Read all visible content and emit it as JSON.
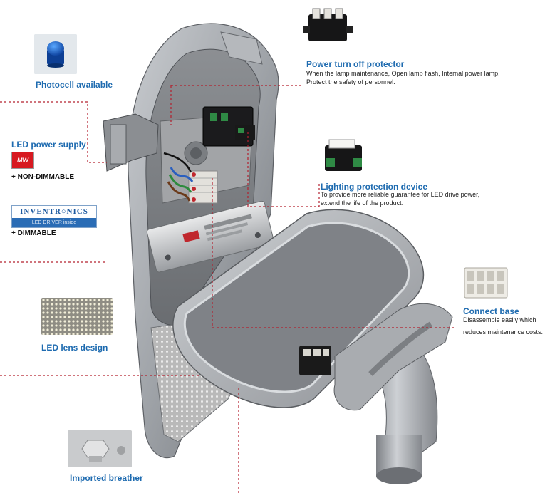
{
  "features": {
    "photocell": {
      "title": "Photocell available"
    },
    "led_power": {
      "title": "LED power supply",
      "meanwell_logo": "MW",
      "non_dimmable": "+ NON-DIMMABLE",
      "inventronics_logo": "INVENTR○NICS",
      "inventronics_tagline": "LED DRIVER inside",
      "dimmable": "+ DIMMABLE"
    },
    "lens": {
      "title": "LED lens design"
    },
    "breather": {
      "title": "Imported breather"
    },
    "power_protector": {
      "title": "Power turn off protector",
      "desc_line1": "When the lamp maintenance, Open lamp flash, Internal power lamp,",
      "desc_line2": "Protect the safety of personnel."
    },
    "lightning": {
      "title": "Lighting protection device",
      "desc_line1": "To provide more reliable guarantee for LED drive power,",
      "desc_line2": "extend the life of the product."
    },
    "connect_base": {
      "title": "Connect base",
      "desc_line1": "Disassemble easily which",
      "desc_line2": "reduces maintenance costs."
    }
  },
  "colors": {
    "title_blue": "#1e6bb0",
    "leader_red": "#b3202e",
    "housing_grey": "#9a9da2"
  }
}
